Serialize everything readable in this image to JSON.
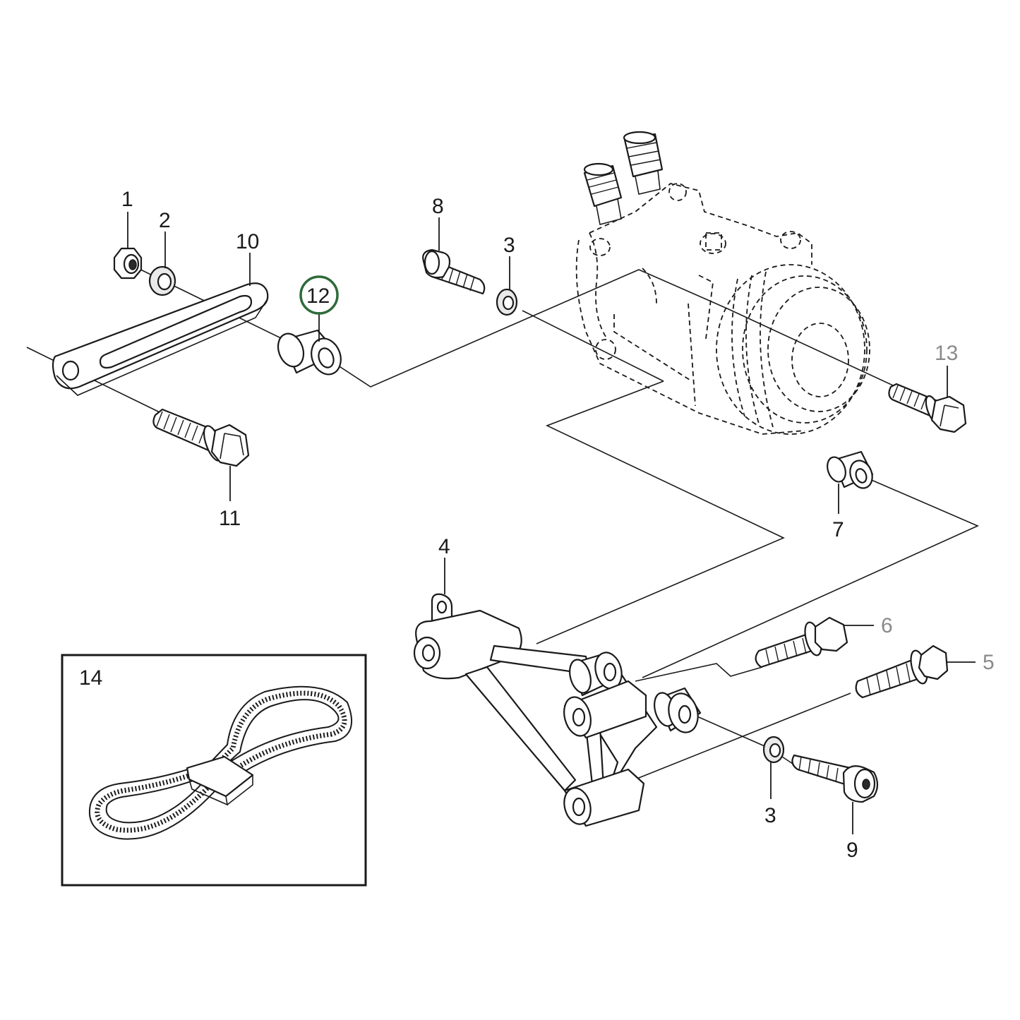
{
  "callouts": {
    "c1": "1",
    "c2": "2",
    "c3a": "3",
    "c3b": "3",
    "c4": "4",
    "c5": "5",
    "c6": "6",
    "c7": "7",
    "c8": "8",
    "c9": "9",
    "c10": "10",
    "c11": "11",
    "c12": "12",
    "c13": "13",
    "c14": "14"
  },
  "colors": {
    "highlight": "#2e6b3a",
    "line": "#1a1a1a",
    "muted_label": "#8a8a8a"
  },
  "highlighted_callout": "12"
}
